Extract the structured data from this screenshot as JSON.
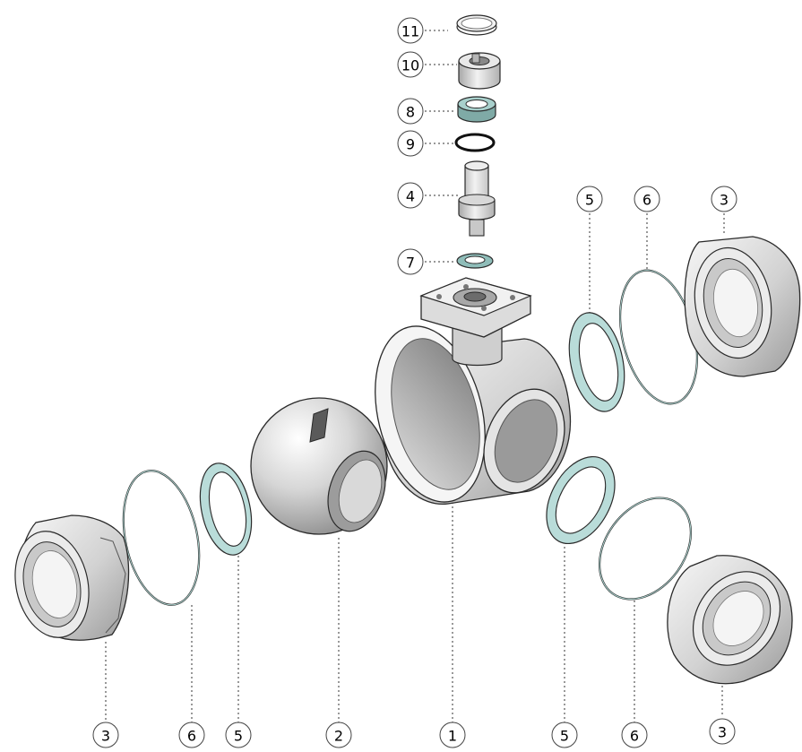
{
  "colors": {
    "metal_light": "#eeeeee",
    "metal_mid": "#c4c4c4",
    "metal_dark": "#8e8e8e",
    "outline": "#2a2a2a",
    "seal_teal": "#9cc7c3",
    "seal_teal_dark": "#5f938f",
    "oring_black": "#111111",
    "leader": "#333333"
  },
  "callouts": {
    "c1": "1",
    "c2": "2",
    "c3_left": "3",
    "c3_top": "3",
    "c3_bottom": "3",
    "c4": "4",
    "c5_left": "5",
    "c5_top": "5",
    "c5_bottom": "5",
    "c6_left": "6",
    "c6_top": "6",
    "c6_bottom": "6",
    "c7": "7",
    "c8": "8",
    "c9": "9",
    "c10": "10",
    "c11": "11"
  }
}
